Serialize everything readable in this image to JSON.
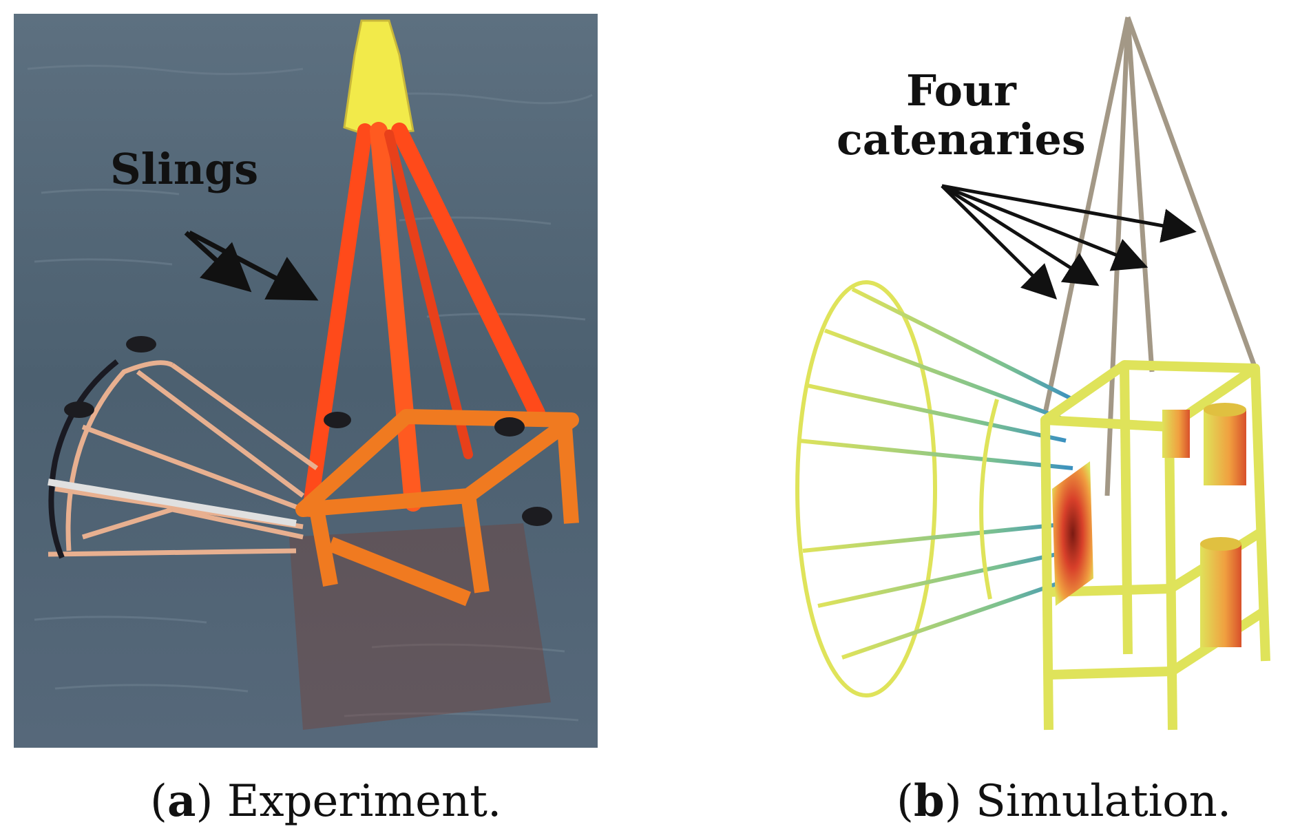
{
  "panel_a": {
    "annotation": "Slings",
    "caption_letter": "a",
    "caption_text": "Experiment."
  },
  "panel_b": {
    "annotation_line1": "Four",
    "annotation_line2": "catenaries",
    "caption_letter": "b",
    "caption_text": "Simulation."
  },
  "colors": {
    "sea": "#4a5e6e",
    "sling": "#ff4a1a",
    "frame_orange": "#f07a20",
    "hook_yellow": "#f2ea4a",
    "sim_frame": "#dfe35a",
    "catenary": "#a39886",
    "arrow": "#111111"
  }
}
